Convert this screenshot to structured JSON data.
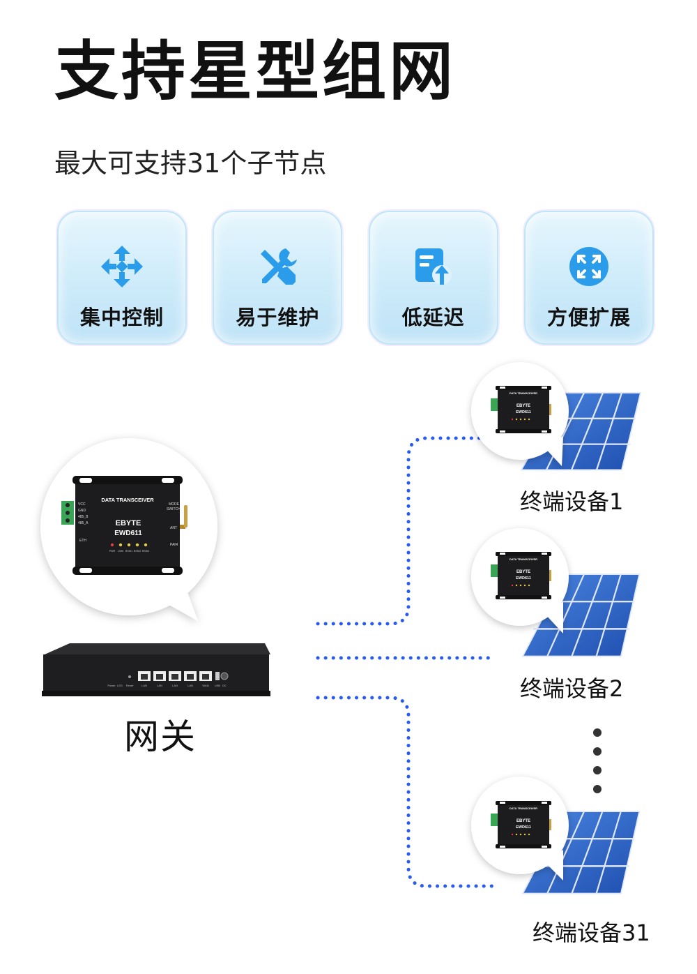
{
  "header": {
    "title": "支持星型组网",
    "subtitle": "最大可支持31个子节点"
  },
  "features": [
    {
      "label": "集中控制",
      "icon": "arrows-center-icon"
    },
    {
      "label": "易于维护",
      "icon": "tools-icon"
    },
    {
      "label": "低延迟",
      "icon": "upload-doc-icon"
    },
    {
      "label": "方便扩展",
      "icon": "expand-icon"
    }
  ],
  "device": {
    "header": "DATA TRANSCEIVER",
    "brand": "EBYTE",
    "model": "EWD611",
    "pins": [
      "VCC",
      "GND",
      "485_B",
      "485_A"
    ],
    "eth": "ETH",
    "mode": "MODE",
    "switch": "SWITCH",
    "ant": "ANT",
    "pair": "PAIR",
    "leds": [
      "PWR",
      "LINK",
      "RSSI1",
      "RSSI2",
      "RSSI3"
    ]
  },
  "gateway": {
    "label": "网关",
    "port_labels": [
      "Power",
      "LED",
      "Reset",
      "LAN",
      "LAN",
      "LAN",
      "LAN",
      "WAN",
      "USB",
      "DC"
    ]
  },
  "nodes": [
    {
      "label": "终端设备1"
    },
    {
      "label": "终端设备2"
    },
    {
      "label": "终端设备31"
    }
  ],
  "colors": {
    "dot_line": "#2a5bf0",
    "card_border": "#bfe6f7",
    "icon_blue": "#2b9cea",
    "device_body": "#1c1c1e",
    "solar_blue": "#2f63c9"
  }
}
